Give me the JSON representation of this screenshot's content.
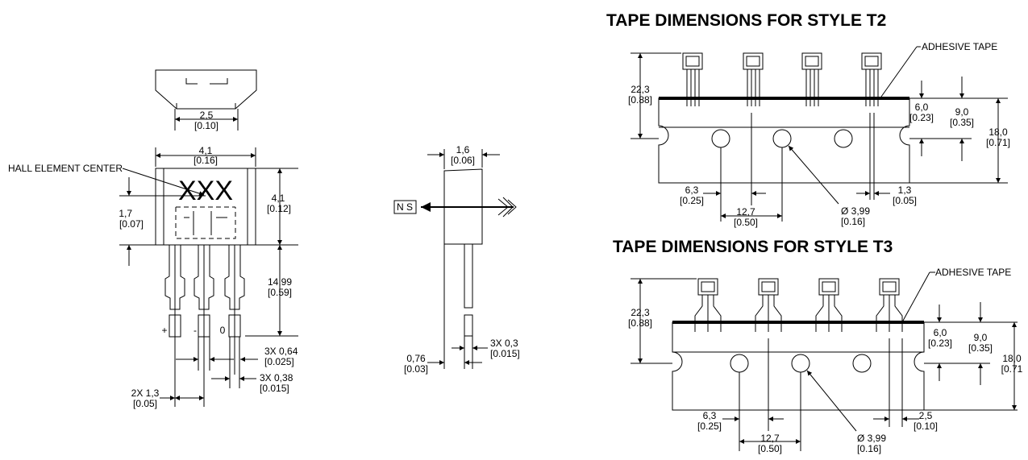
{
  "package": {
    "top_width": "2,5",
    "top_width_in": "[0.10]",
    "body_width": "4,1",
    "body_width_in": "[0.16]",
    "hall_element_center": "HALL ELEMENT CENTER",
    "marking": "XXX",
    "body_height": "4,1",
    "body_height_in": "[0.12]",
    "hall_offset": "1,7",
    "hall_offset_in": "[0.07]",
    "lead_length": "14,99",
    "lead_length_in": "[0.59]",
    "pin_plus": "+",
    "pin_minus": "-",
    "pin_zero": "0",
    "lead_width": "3X 0,64",
    "lead_width_in": "[0.025]",
    "lead_width2": "3X 0,38",
    "lead_width2_in": "[0.015]",
    "lead_pitch": "2X 1,3",
    "lead_pitch_in": "[0.05]"
  },
  "side_view": {
    "thickness": "1,6",
    "thickness_in": "[0.06]",
    "magnet_label": "N S",
    "lead_thickness": "3X 0,3",
    "lead_thickness_in": "[0.015]",
    "offset": "0,76",
    "offset_in": "[0.03]"
  },
  "tape_t2": {
    "title": "TAPE DIMENSIONS FOR STYLE T2",
    "adhesive": "ADHESIVE TAPE",
    "height": "22,3",
    "height_in": "[0.88]",
    "d1": "6,0",
    "d1_in": "[0.23]",
    "d2": "9,0",
    "d2_in": "[0.35]",
    "d3": "18,0",
    "d3_in": "[0.71]",
    "d4": "6,3",
    "d4_in": "[0.25]",
    "pitch": "12,7",
    "pitch_in": "[0.50]",
    "hole": "Ø 3,99",
    "hole_in": "[0.16]",
    "d5": "1,3",
    "d5_in": "[0.05]"
  },
  "tape_t3": {
    "title": "TAPE DIMENSIONS FOR STYLE T3",
    "adhesive": "ADHESIVE TAPE",
    "height": "22,3",
    "height_in": "[0.88]",
    "d1": "6,0",
    "d1_in": "[0.23]",
    "d2": "9,0",
    "d2_in": "[0.35]",
    "d3": "18,0",
    "d3_in": "[0.71",
    "d4": "6,3",
    "d4_in": "[0.25]",
    "pitch": "12,7",
    "pitch_in": "[0.50]",
    "hole": "Ø 3,99",
    "hole_in": "[0.16]",
    "d5": "2,5",
    "d5_in": "[0.10]"
  }
}
